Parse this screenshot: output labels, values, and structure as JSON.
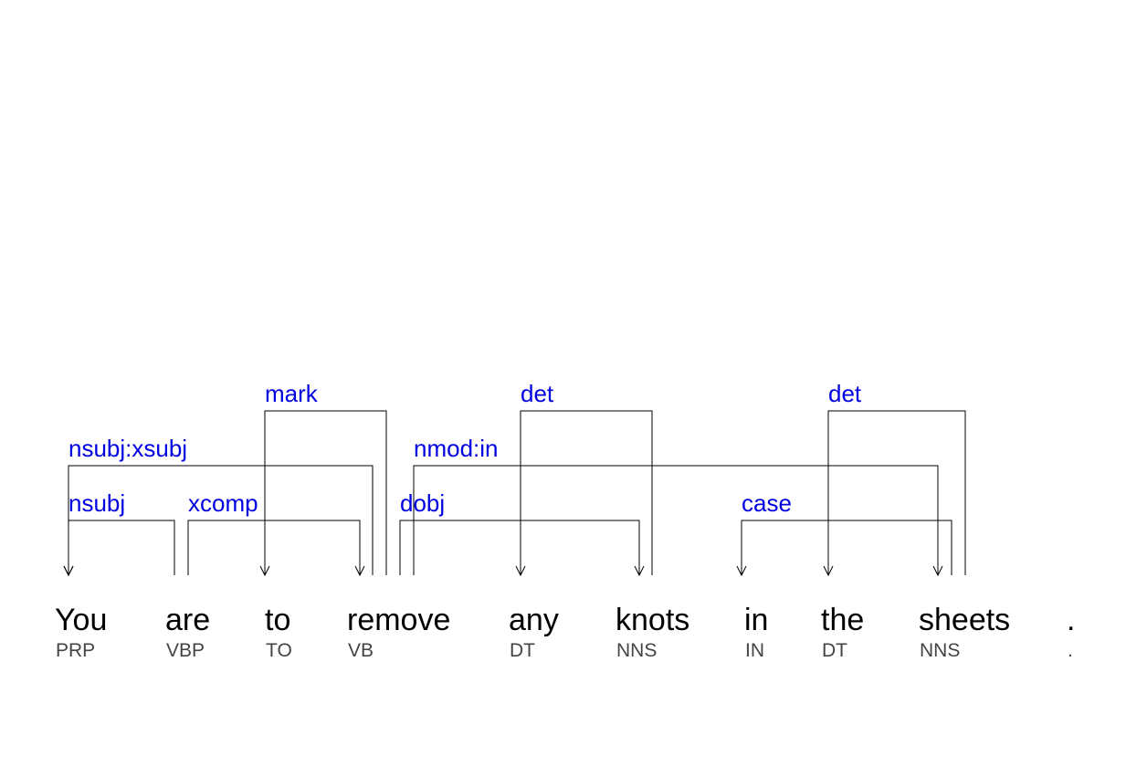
{
  "tokens": [
    {
      "word": "You",
      "tag": "PRP"
    },
    {
      "word": "are",
      "tag": "VBP"
    },
    {
      "word": "to",
      "tag": "TO"
    },
    {
      "word": "remove",
      "tag": "VB"
    },
    {
      "word": "any",
      "tag": "DT"
    },
    {
      "word": "knots",
      "tag": "NNS"
    },
    {
      "word": "in",
      "tag": "IN"
    },
    {
      "word": "the",
      "tag": "DT"
    },
    {
      "word": "sheets",
      "tag": "NNS"
    },
    {
      "word": ".",
      "tag": "."
    }
  ],
  "dependencies": [
    {
      "label": "nsubj",
      "head": "are",
      "dependent": "You"
    },
    {
      "label": "xcomp",
      "head": "are",
      "dependent": "remove"
    },
    {
      "label": "dobj",
      "head": "remove",
      "dependent": "knots"
    },
    {
      "label": "case",
      "head": "sheets",
      "dependent": "in"
    },
    {
      "label": "nsubj:xsubj",
      "head": "remove",
      "dependent": "You"
    },
    {
      "label": "nmod:in",
      "head": "remove",
      "dependent": "sheets"
    },
    {
      "label": "mark",
      "head": "remove",
      "dependent": "to"
    },
    {
      "label": "det",
      "head": "knots",
      "dependent": "any"
    },
    {
      "label": "det",
      "head": "sheets",
      "dependent": "the"
    }
  ],
  "colors": {
    "label": "#0000e0",
    "word": "#000000",
    "tag": "#444444",
    "arc": "#000000"
  }
}
